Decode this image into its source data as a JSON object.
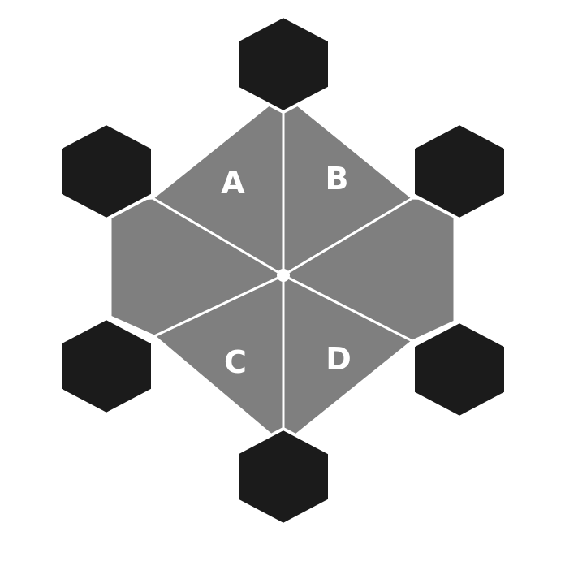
{
  "diagram": {
    "sector_labels": [
      "A",
      "B",
      "C",
      "D"
    ],
    "colors": {
      "background": "#ffffff",
      "central_hexagon_fill": "#7f7f7f",
      "outer_hexagon_fill": "#1b1b1b",
      "divider_lines": "#ffffff",
      "label_text": "#ffffff"
    }
  }
}
